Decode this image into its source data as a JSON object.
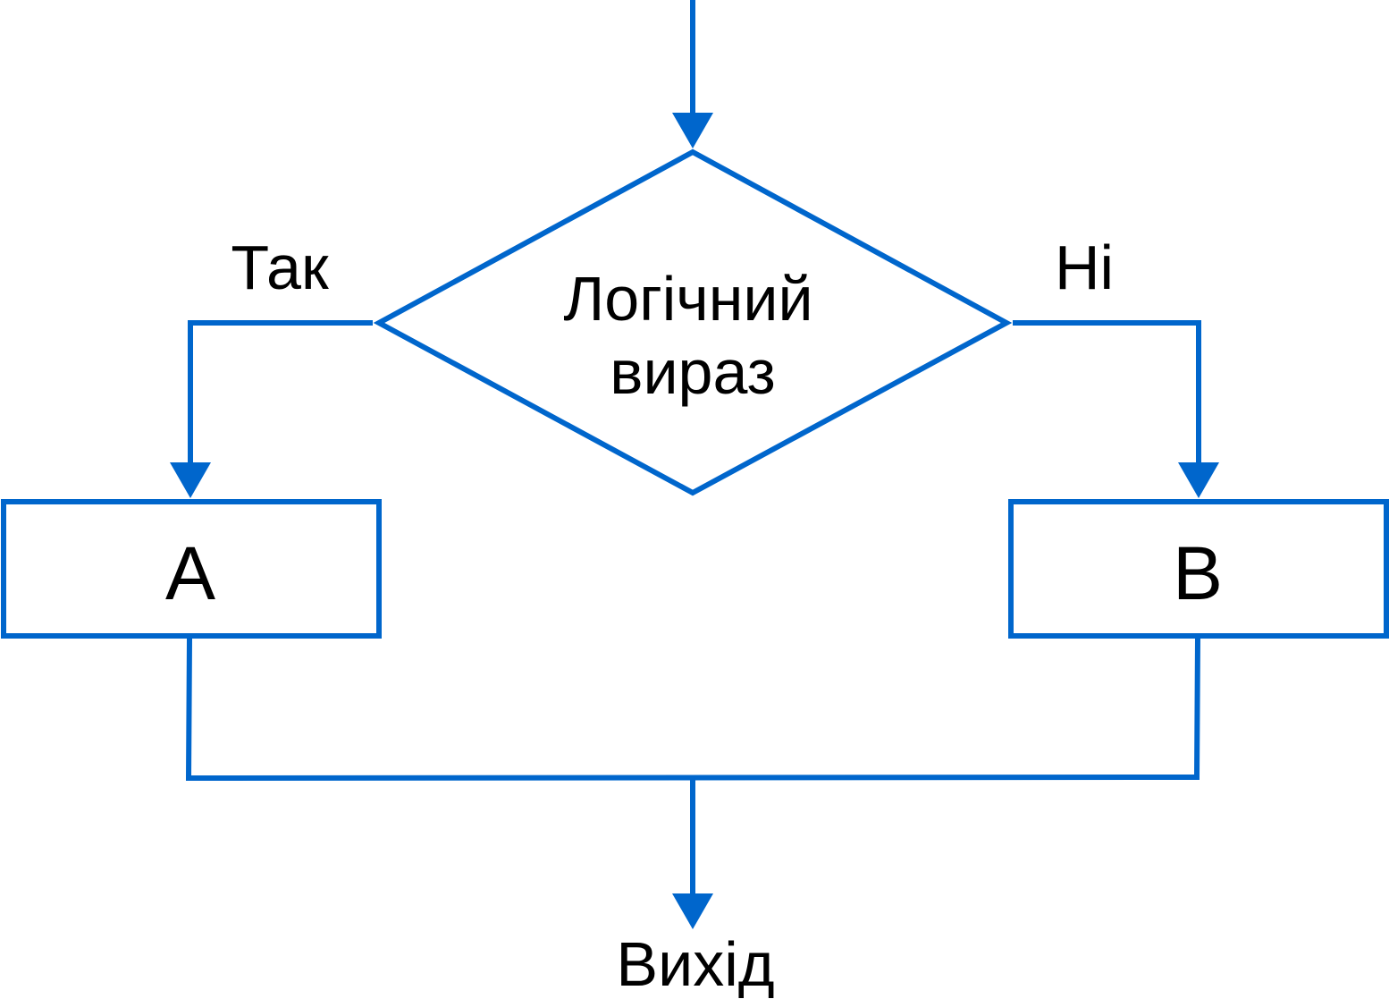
{
  "diagram": {
    "type": "flowchart",
    "colors": {
      "line": "#0066CC",
      "text": "#000000",
      "background": "#FFFFFF"
    },
    "decision": {
      "line1": "Логічний",
      "line2": "вираз"
    },
    "branches": {
      "yes_label": "Так",
      "no_label": "Ні"
    },
    "blocks": {
      "a_label": "А",
      "b_label": "В"
    },
    "exit_label": "Вихід"
  }
}
